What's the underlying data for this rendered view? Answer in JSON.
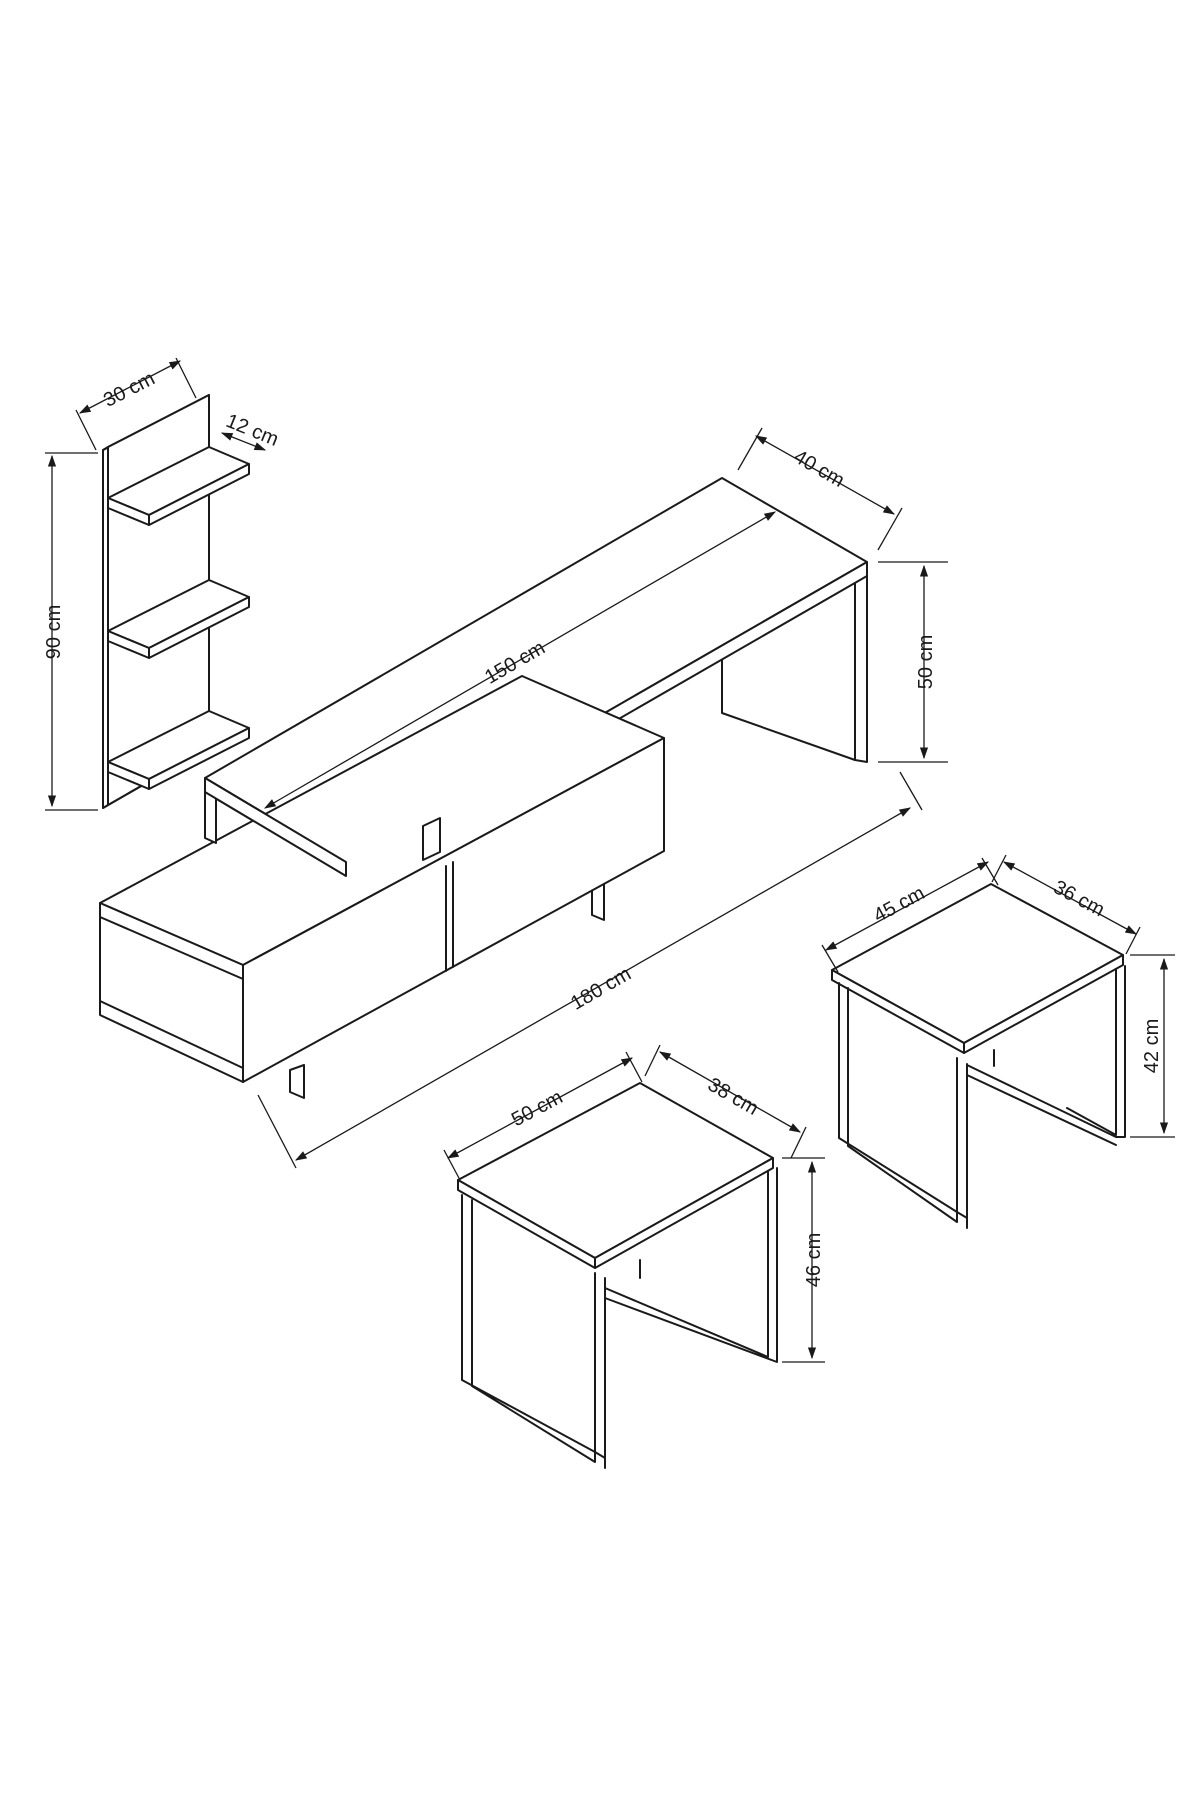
{
  "dimensions": {
    "shelf_width": "30 cm",
    "shelf_depth": "12 cm",
    "shelf_height": "90 cm",
    "desk_depth": "40 cm",
    "desk_length": "150 cm",
    "desk_height": "50 cm",
    "cabinet_length": "180 cm",
    "small_table_width": "45 cm",
    "small_table_depth": "36 cm",
    "small_table_height": "42 cm",
    "large_table_width": "50 cm",
    "large_table_depth": "38 cm",
    "large_table_height": "46 cm"
  }
}
